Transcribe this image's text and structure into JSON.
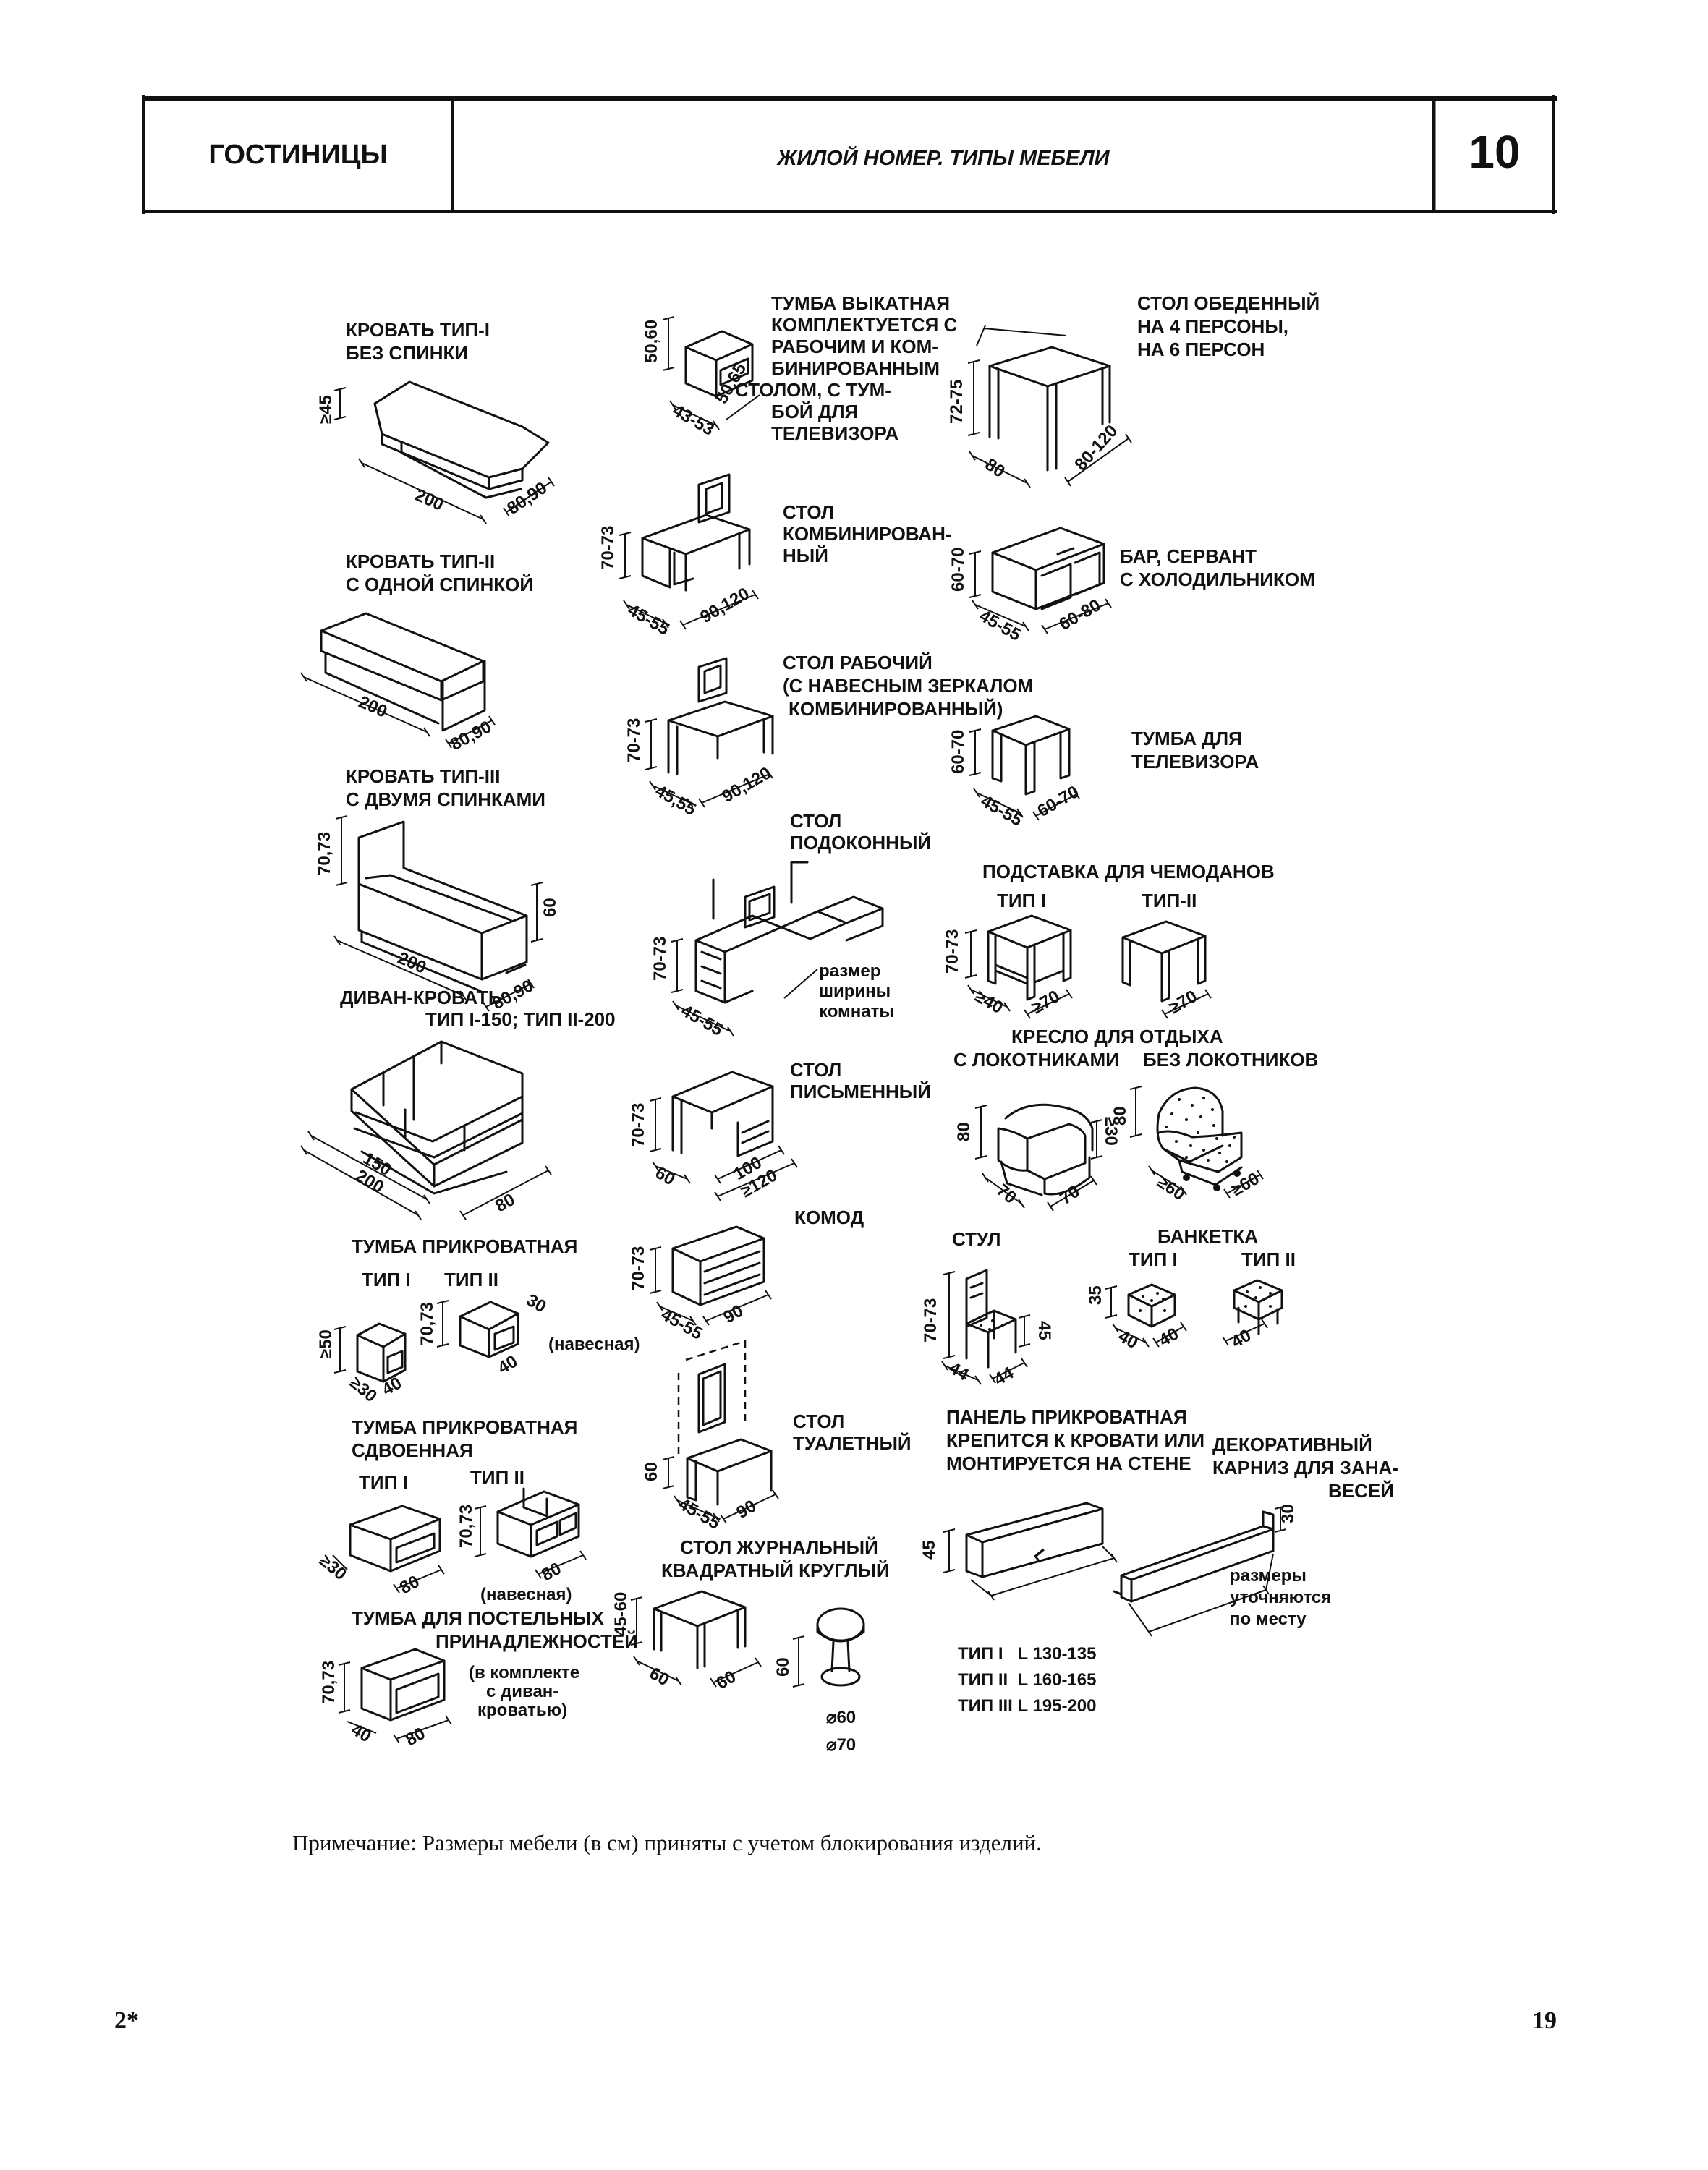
{
  "header": {
    "section": "ГОСТИНИЦЫ",
    "title": "ЖИЛОЙ НОМЕР. ТИПЫ МЕБЕЛИ",
    "sheet_number": "10"
  },
  "items": {
    "bed1": {
      "lines": [
        "КРОВАТЬ ТИП-I",
        "БЕЗ СПИНКИ"
      ],
      "dims": [
        "≥45",
        "200",
        "80,90"
      ]
    },
    "bed2": {
      "lines": [
        "КРОВАТЬ ТИП-II",
        "С ОДНОЙ СПИНКОЙ"
      ],
      "dims": [
        "200",
        "80,90"
      ]
    },
    "bed3": {
      "lines": [
        "КРОВАТЬ ТИП-III",
        "С ДВУМЯ СПИНКАМИ"
      ],
      "dims": [
        "70,73",
        "60",
        "200",
        "80,90"
      ]
    },
    "sofa": {
      "lines": [
        "ДИВАН-КРОВАТЬ",
        "ТИП I-150; ТИП II-200"
      ],
      "dims": [
        "150",
        "200",
        "80"
      ]
    },
    "bedside": {
      "lines": [
        "ТУМБА ПРИКРОВАТНАЯ"
      ],
      "types": [
        "ТИП I",
        "ТИП II"
      ],
      "note": "(навесная)",
      "dims": [
        "≥50",
        "≥30",
        "40",
        "70,73",
        "30",
        "40"
      ]
    },
    "bedside_double": {
      "lines": [
        "ТУМБА ПРИКРОВАТНАЯ",
        "СДВОЕННАЯ"
      ],
      "types": [
        "ТИП I",
        "ТИП II"
      ],
      "note": "(навесная)",
      "dims": [
        "≥30",
        "80",
        "70,73",
        "80"
      ]
    },
    "linen": {
      "lines": [
        "ТУМБА ДЛЯ ПОСТЕЛЬНЫХ",
        "ПРИНАДЛЕЖНОСТЕЙ"
      ],
      "note": [
        "(в комплекте",
        "с диван-",
        "кроватью)"
      ],
      "dims": [
        "70,73",
        "40",
        "80"
      ]
    },
    "rolling": {
      "lines": [
        "ТУМБА ВЫКАТНАЯ",
        "КОМПЛЕКТУЕТСЯ С",
        "РАБОЧИМ И КОМ-",
        "БИНИРОВАННЫМ",
        "СТОЛОМ, С ТУМ-",
        "БОЙ ДЛЯ",
        "ТЕЛЕВИЗОРА"
      ],
      "dims": [
        "50,60",
        "43-53",
        "50,65"
      ]
    },
    "combined": {
      "lines": [
        "СТОЛ",
        "КОМБИНИРОВАН-",
        "НЫЙ"
      ],
      "dims": [
        "70-73",
        "45-55",
        "90,120"
      ]
    },
    "work": {
      "lines": [
        "СТОЛ РАБОЧИЙ",
        "(С НАВЕСНЫМ ЗЕРКАЛОМ",
        "КОМБИНИРОВАННЫЙ)"
      ],
      "dims": [
        "70-73",
        "45,55",
        "90,120"
      ]
    },
    "sill": {
      "lines": [
        "СТОЛ",
        "ПОДОКОННЫЙ"
      ],
      "note": [
        "размер",
        "ширины",
        "комнаты"
      ],
      "dims": [
        "70-73",
        "45-55"
      ]
    },
    "desk": {
      "lines": [
        "СТОЛ",
        "ПИСЬМЕННЫЙ"
      ],
      "dims": [
        "70-73",
        "60",
        "100",
        "≥120"
      ]
    },
    "chest": {
      "lines": [
        "КОМОД"
      ],
      "dims": [
        "70-73",
        "45-55",
        "90"
      ]
    },
    "vanity": {
      "lines": [
        "СТОЛ",
        "ТУАЛЕТНЫЙ"
      ],
      "dims": [
        "60",
        "45-55",
        "90"
      ]
    },
    "coffee": {
      "lines": [
        "СТОЛ ЖУРНАЛЬНЫЙ",
        "КВАДРАТНЫЙ КРУГЛЫЙ"
      ],
      "dims": [
        "45-60",
        "60",
        "60",
        "60",
        "⌀60",
        "⌀70"
      ]
    },
    "dining": {
      "lines": [
        "СТОЛ ОБЕДЕННЫЙ",
        "НА 4 ПЕРСОНЫ,",
        "НА 6 ПЕРСОН"
      ],
      "dims": [
        "72-75",
        "80",
        "80-120"
      ]
    },
    "bar": {
      "lines": [
        "БАР, СЕРВАНТ",
        "С ХОЛОДИЛЬНИКОМ"
      ],
      "dims": [
        "60-70",
        "45-55",
        "60-80"
      ]
    },
    "tv": {
      "lines": [
        "ТУМБА ДЛЯ",
        "ТЕЛЕВИЗОРА"
      ],
      "dims": [
        "60-70",
        "45-55",
        "60-70"
      ]
    },
    "luggage": {
      "lines": [
        "ПОДСТАВКА ДЛЯ ЧЕМОДАНОВ"
      ],
      "types": [
        "ТИП I",
        "ТИП-II"
      ],
      "dims": [
        "70-73",
        "≥40",
        "≥70",
        "≥70"
      ]
    },
    "armchair": {
      "lines": [
        "КРЕСЛО ДЛЯ  ОТДЫХА"
      ],
      "types": [
        "С ЛОКОТНИКАМИ",
        "БЕЗ ЛОКОТНИКОВ"
      ],
      "dims": [
        "80",
        "≥30",
        "70",
        "70",
        "80",
        "≥60",
        "≥60"
      ]
    },
    "chair": {
      "lines": [
        "СТУЛ"
      ],
      "dims": [
        "70-73",
        "45",
        "44",
        "44"
      ]
    },
    "banquette": {
      "lines": [
        "БАНКЕТКА"
      ],
      "types": [
        "ТИП I",
        "ТИП II"
      ],
      "dims": [
        "35",
        "40",
        "40",
        "40"
      ]
    },
    "panel": {
      "lines": [
        "ПАНЕЛЬ ПРИКРОВАТНАЯ",
        "КРЕПИТСЯ К КРОВАТИ ИЛИ",
        "МОНТИРУЕТСЯ НА СТЕНЕ"
      ],
      "dims": [
        "45",
        "L"
      ],
      "types": [
        "ТИП I   L 130-135",
        "ТИП II  L 160-165",
        "ТИП III L 195-200"
      ]
    },
    "cornice": {
      "lines": [
        "ДЕКОРАТИВНЫЙ",
        "КАРНИЗ ДЛЯ ЗАНА-",
        "ВЕСЕЙ"
      ],
      "note": [
        "размеры",
        "уточняются",
        "по месту"
      ],
      "dims": [
        "30"
      ]
    }
  },
  "footnote": "Примечание: Размеры мебели (в см) приняты с учетом блокирования изделий.",
  "footer": {
    "left": "2*",
    "page": "19"
  }
}
